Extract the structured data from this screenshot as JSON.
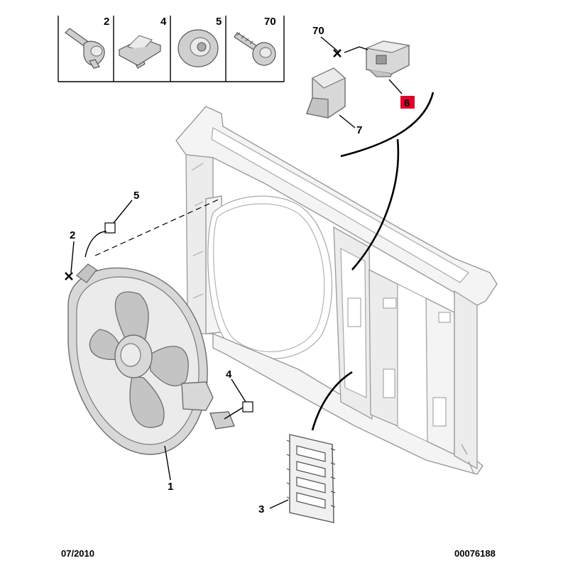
{
  "header_parts": [
    {
      "ref": "2",
      "icon": "bolt-icon"
    },
    {
      "ref": "4",
      "icon": "clip-icon"
    },
    {
      "ref": "5",
      "icon": "grommet-icon"
    },
    {
      "ref": "70",
      "icon": "screw-icon"
    }
  ],
  "callouts": {
    "c70": "70",
    "c6": "6",
    "c7": "7",
    "c5": "5",
    "c2": "2",
    "c4": "4",
    "c1": "1",
    "c3": "3"
  },
  "highlight_color": "#e0002a",
  "footer": {
    "date": "07/2010",
    "code": "00076188"
  }
}
